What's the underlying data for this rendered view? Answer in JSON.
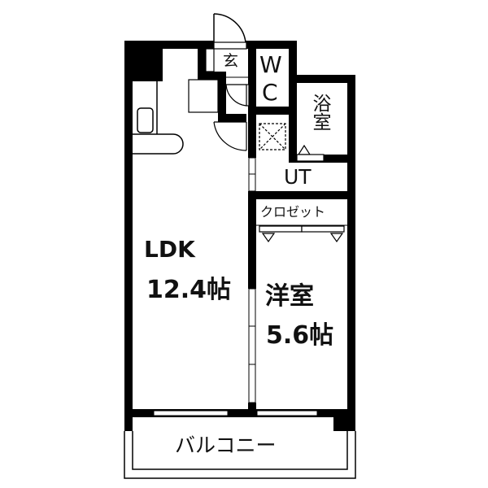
{
  "floor_plan": {
    "rooms": {
      "entrance": {
        "label": "玄"
      },
      "wc": {
        "label_line1": "W",
        "label_line2": "C"
      },
      "bath": {
        "label": "浴室"
      },
      "utility": {
        "label": "UT"
      },
      "closet": {
        "label": "クロゼット"
      },
      "ldk": {
        "label": "LDK",
        "size": "12.4帖"
      },
      "western": {
        "label": "洋室",
        "size": "5.6帖"
      },
      "balcony": {
        "label": "バルコニー"
      }
    },
    "colors": {
      "wall": "#000000",
      "background": "#ffffff",
      "line": "#111111"
    }
  }
}
